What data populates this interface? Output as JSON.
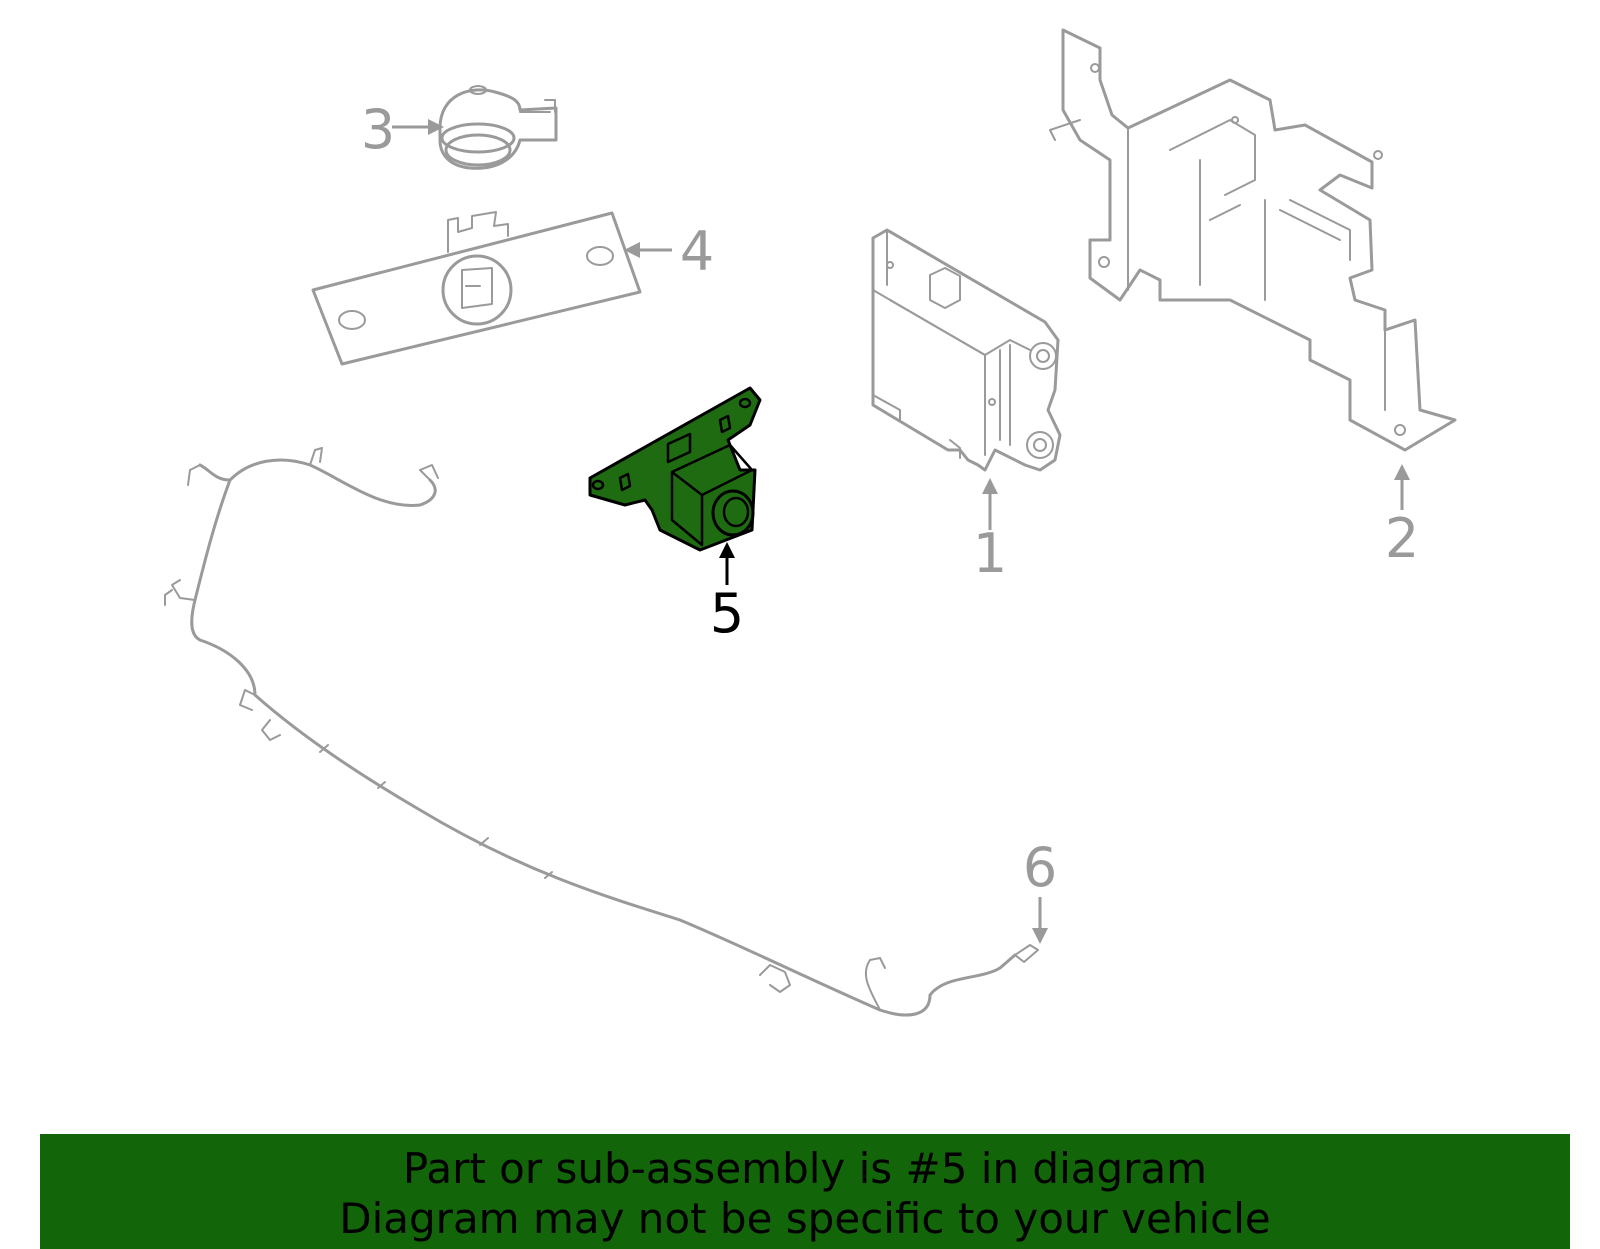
{
  "callouts": [
    {
      "number": "1",
      "highlighted": false
    },
    {
      "number": "2",
      "highlighted": false
    },
    {
      "number": "3",
      "highlighted": false
    },
    {
      "number": "4",
      "highlighted": false
    },
    {
      "number": "5",
      "highlighted": true
    },
    {
      "number": "6",
      "highlighted": false
    }
  ],
  "banner": {
    "line1": "Part or sub-assembly is #5 in diagram",
    "line2": "Diagram may not be specific to your vehicle"
  },
  "colors": {
    "highlight_fill": "#1f6b12",
    "banner_background": "#13650a",
    "part_stroke": "#9a9a9a"
  }
}
